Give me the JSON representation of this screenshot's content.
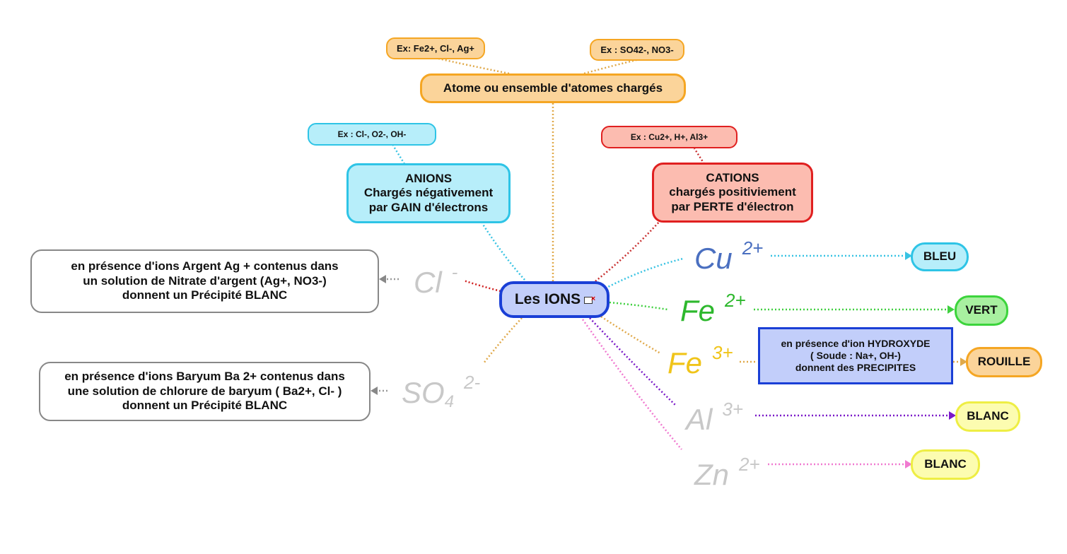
{
  "center": {
    "label": "Les IONS",
    "icon": "note-icon"
  },
  "definition": {
    "label": "Atome ou ensemble d'atomes chargés",
    "example_left": "Ex: Fe2+, Cl-, Ag+",
    "example_right": "Ex : SO42-, NO3-"
  },
  "anions": {
    "line1": "ANIONS",
    "line2": "Chargés négativement",
    "line3": "par GAIN d'électrons",
    "example": "Ex : Cl-, O2-, OH-"
  },
  "cations": {
    "line1": "CATIONS",
    "line2": "chargés positiviement",
    "line3": "par PERTE d'électron",
    "example": "Ex : Cu2+, H+, Al3+"
  },
  "ions": {
    "cl": {
      "symbol": "Cl",
      "charge": "-"
    },
    "so4": {
      "symbol": "SO",
      "sub": "4",
      "charge": "2-"
    },
    "cu": {
      "symbol": "Cu",
      "charge": "2+"
    },
    "fe2": {
      "symbol": "Fe",
      "charge": "2+"
    },
    "fe3": {
      "symbol": "Fe",
      "charge": "3+"
    },
    "al": {
      "symbol": "Al",
      "charge": "3+"
    },
    "zn": {
      "symbol": "Zn",
      "charge": "2+"
    }
  },
  "tests": {
    "chloride": {
      "line1": "en présence d'ions Argent Ag + contenus dans",
      "line2": "un solution de Nitrate d'argent (Ag+, NO3-)",
      "line3": "donnent un Précipité BLANC"
    },
    "sulfate": {
      "line1": "en présence d'ions Baryum Ba 2+ contenus dans",
      "line2": "une solution de chlorure de baryum ( Ba2+, Cl- )",
      "line3": "donnent un Précipité BLANC"
    },
    "hydroxide": {
      "line1": "en présence d'ion HYDROXYDE",
      "line2": "( Soude : Na+, OH-)",
      "line3": "donnent des PRECIPITES"
    }
  },
  "results": {
    "cu": "BLEU",
    "fe2": "VERT",
    "fe3": "ROUILLE",
    "al": "BLANC",
    "zn": "BLANC"
  },
  "colors": {
    "orange": "#f5a623",
    "cyan": "#2ec4e6",
    "red": "#e02020",
    "blue": "#1a3fd6",
    "gray": "#c8c8c8",
    "cu_blue": "#4a6fc0",
    "fe2_green": "#2db82d",
    "fe3_yellow": "#f0c419",
    "purple": "#8a1ad6",
    "pink": "#f07ad0"
  }
}
